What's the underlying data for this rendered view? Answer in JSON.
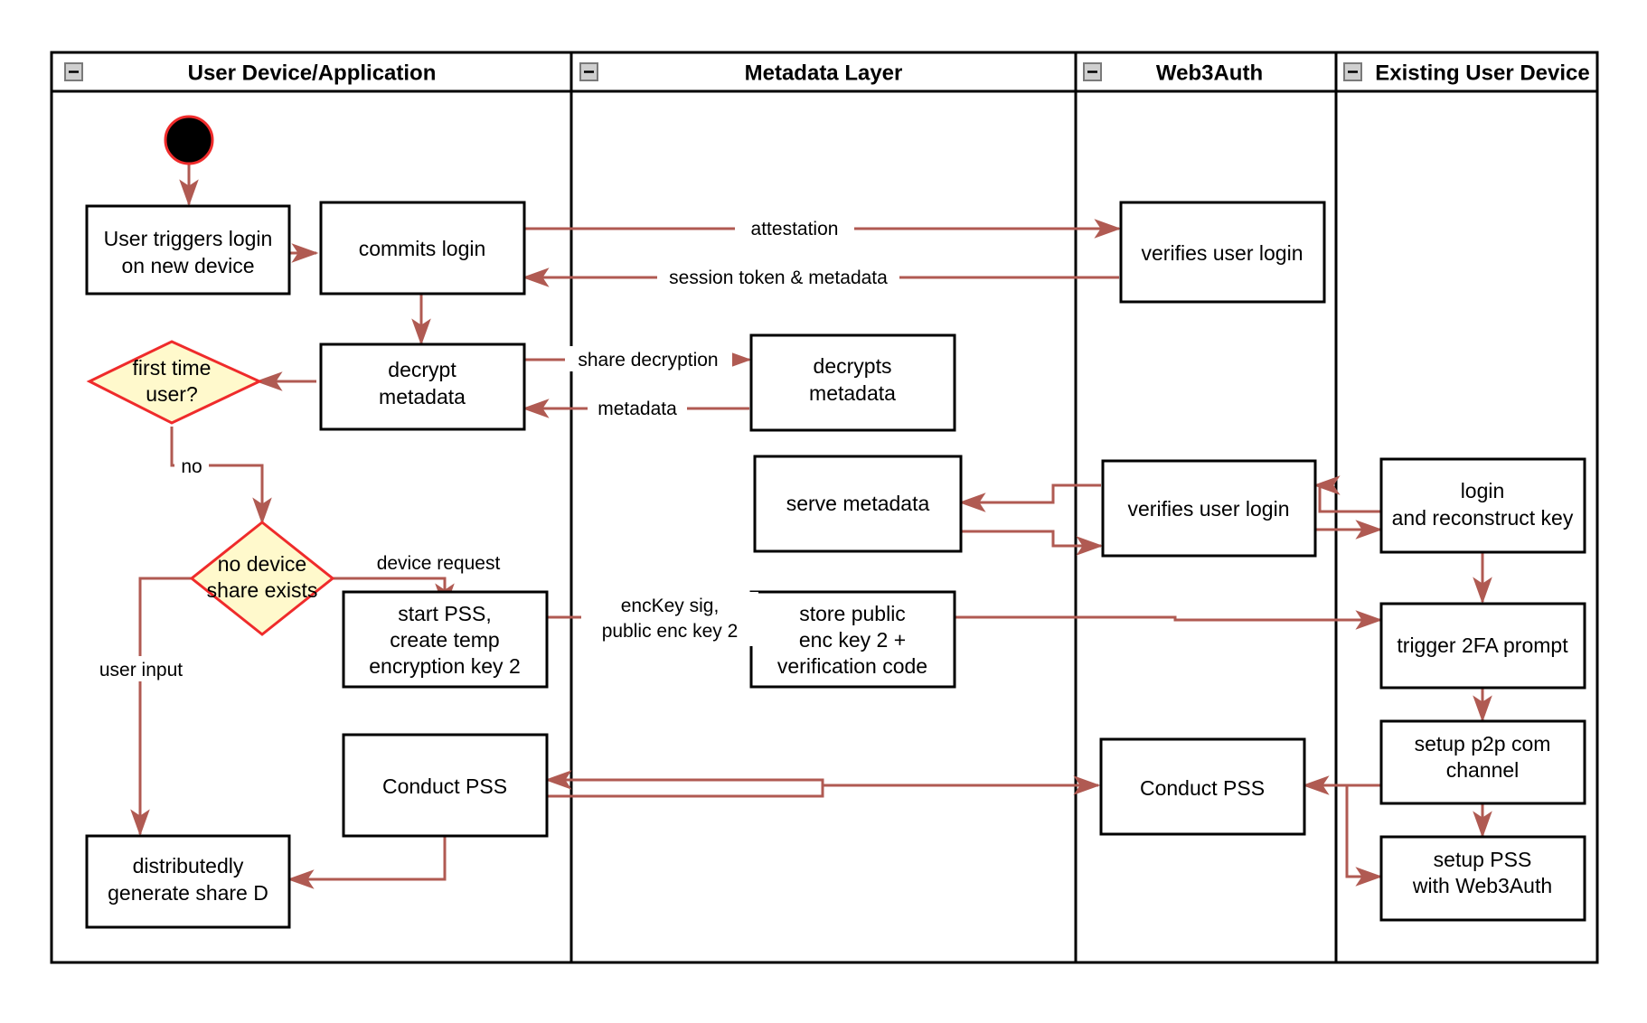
{
  "diagram": {
    "title": "Web3Auth new-device login and PSS flow",
    "type": "swimlane-activity-diagram",
    "colors": {
      "box_fill": "#ffffff",
      "box_stroke": "#000000",
      "diamond_fill": "#fff9cc",
      "diamond_stroke": "#ef2b2b",
      "edge": "#b05a52",
      "lane_line": "#000000",
      "start_node_fill": "#000000",
      "start_node_stroke": "#ef2b2b"
    },
    "lanes": [
      {
        "id": "lane-user-device",
        "label": "User Device/Application",
        "collapse_icon": "minus-icon"
      },
      {
        "id": "lane-metadata",
        "label": "Metadata Layer",
        "collapse_icon": "minus-icon"
      },
      {
        "id": "lane-web3auth",
        "label": "Web3Auth",
        "collapse_icon": "minus-icon"
      },
      {
        "id": "lane-existing-device",
        "label": "Existing User Device",
        "collapse_icon": "minus-icon"
      }
    ],
    "nodes": [
      {
        "id": "start",
        "shape": "start",
        "lane": "lane-user-device",
        "label": ""
      },
      {
        "id": "user-triggers-login",
        "shape": "rect",
        "lane": "lane-user-device",
        "label_line1": "User triggers login",
        "label_line2": "on new device"
      },
      {
        "id": "commits-login",
        "shape": "rect",
        "lane": "lane-user-device",
        "label_line1": "commits login"
      },
      {
        "id": "verifies-user-login-top",
        "shape": "rect",
        "lane": "lane-web3auth",
        "label_line1": "verifies user login"
      },
      {
        "id": "decrypt-metadata",
        "shape": "rect",
        "lane": "lane-user-device",
        "label_line1": "decrypt",
        "label_line2": "metadata"
      },
      {
        "id": "first-time-user",
        "shape": "diamond",
        "lane": "lane-user-device",
        "label_line1": "first time",
        "label_line2": "user?"
      },
      {
        "id": "decrypts-metadata",
        "shape": "rect",
        "lane": "lane-metadata",
        "label_line1": "decrypts",
        "label_line2": "metadata"
      },
      {
        "id": "serve-metadata",
        "shape": "rect",
        "lane": "lane-metadata",
        "label_line1": "serve metadata"
      },
      {
        "id": "verifies-user-login-mid",
        "shape": "rect",
        "lane": "lane-web3auth",
        "label_line1": "verifies user login"
      },
      {
        "id": "login-and-reconstruct-key",
        "shape": "rect",
        "lane": "lane-existing-device",
        "label_line1": "login",
        "label_line2": "and reconstruct key"
      },
      {
        "id": "no-device-share-exists",
        "shape": "diamond",
        "lane": "lane-user-device",
        "label_line1": "no device",
        "label_line2": "share exists"
      },
      {
        "id": "start-pss-create-temp-key",
        "shape": "rect",
        "lane": "lane-user-device",
        "label_line1": "start PSS,",
        "label_line2": "create temp",
        "label_line3": "encryption key 2"
      },
      {
        "id": "store-public-enc-key",
        "shape": "rect",
        "lane": "lane-metadata",
        "label_line1": "store public",
        "label_line2": "enc key 2 +",
        "label_line3": "verification code"
      },
      {
        "id": "trigger-2fa-prompt",
        "shape": "rect",
        "lane": "lane-existing-device",
        "label_line1": "trigger 2FA prompt"
      },
      {
        "id": "setup-p2p-com-channel",
        "shape": "rect",
        "lane": "lane-existing-device",
        "label_line1": "setup p2p com",
        "label_line2": "channel"
      },
      {
        "id": "conduct-pss-left",
        "shape": "rect",
        "lane": "lane-user-device",
        "label_line1": "Conduct PSS"
      },
      {
        "id": "conduct-pss-right",
        "shape": "rect",
        "lane": "lane-web3auth",
        "label_line1": "Conduct PSS"
      },
      {
        "id": "setup-pss-with-web3auth",
        "shape": "rect",
        "lane": "lane-existing-device",
        "label_line1": "setup PSS",
        "label_line2": "with Web3Auth"
      },
      {
        "id": "distributedly-generate-share-d",
        "shape": "rect",
        "lane": "lane-user-device",
        "label_line1": "distributedly",
        "label_line2": "generate share D"
      }
    ],
    "edge_labels": [
      {
        "id": "edge-attestation",
        "text": "attestation"
      },
      {
        "id": "edge-session-token",
        "text": "session token & metadata"
      },
      {
        "id": "edge-share-decryption",
        "text": "share decryption"
      },
      {
        "id": "edge-metadata",
        "text": "metadata"
      },
      {
        "id": "edge-no",
        "text": "no"
      },
      {
        "id": "edge-device-request",
        "text": "device request"
      },
      {
        "id": "edge-user-input",
        "text": "user input"
      },
      {
        "id": "edge-enckey-sig-line1",
        "text": "encKey sig,"
      },
      {
        "id": "edge-enckey-sig-line2",
        "text": "public enc key 2"
      }
    ]
  }
}
